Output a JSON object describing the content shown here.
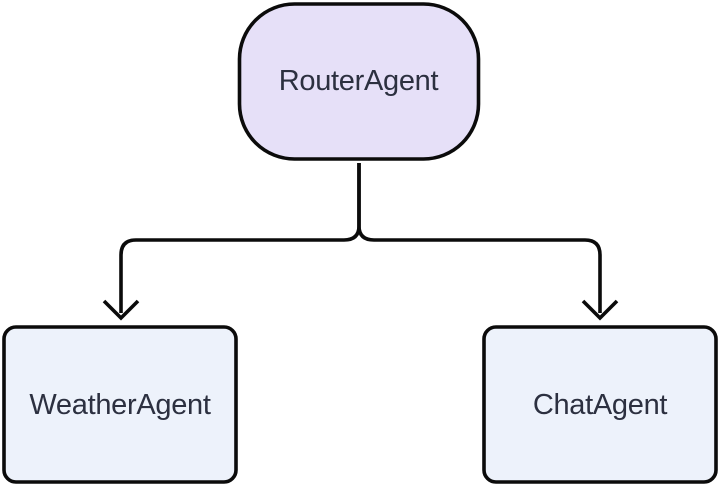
{
  "diagram": {
    "type": "flowchart",
    "direction": "top-down",
    "background_color": "#ffffff",
    "edge_color": "#0b0b0b",
    "node_border_color": "#0b0b0b",
    "text_color": "#2c3040",
    "nodes": [
      {
        "id": "router",
        "label": "RouterAgent",
        "shape": "rounded-stadium",
        "fill": "#e6e0f8"
      },
      {
        "id": "weather",
        "label": "WeatherAgent",
        "shape": "rounded-rect",
        "fill": "#edf2fb"
      },
      {
        "id": "chat",
        "label": "ChatAgent",
        "shape": "rounded-rect",
        "fill": "#edf2fb"
      }
    ],
    "edges": [
      {
        "from": "RouterAgent",
        "to": "WeatherAgent",
        "arrow": "open-v-arrowhead"
      },
      {
        "from": "RouterAgent",
        "to": "ChatAgent",
        "arrow": "open-v-arrowhead"
      }
    ]
  }
}
